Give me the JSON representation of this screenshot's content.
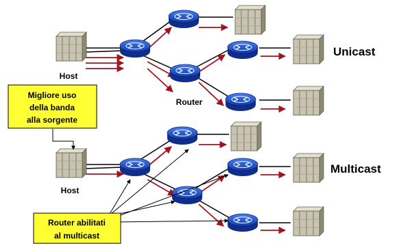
{
  "labels": {
    "host_top": "Host",
    "router": "Router",
    "unicast": "Unicast",
    "host_bottom": "Host",
    "multicast": "Multicast"
  },
  "callouts": {
    "bandwidth": [
      "Migliore uso",
      "della banda",
      "alla sorgente"
    ],
    "multicast_routers": [
      "Router abilitati",
      "al multicast"
    ]
  },
  "colors": {
    "router_fill": "#1f4fd6",
    "router_ring": "#9fd0ff",
    "host_fill": "#c8c4b0",
    "flow_arrow": "#a0141e",
    "callout_fill": "#ffff33",
    "link": "#000000"
  },
  "icons": {
    "router": "router-icon",
    "host": "server-icon"
  }
}
